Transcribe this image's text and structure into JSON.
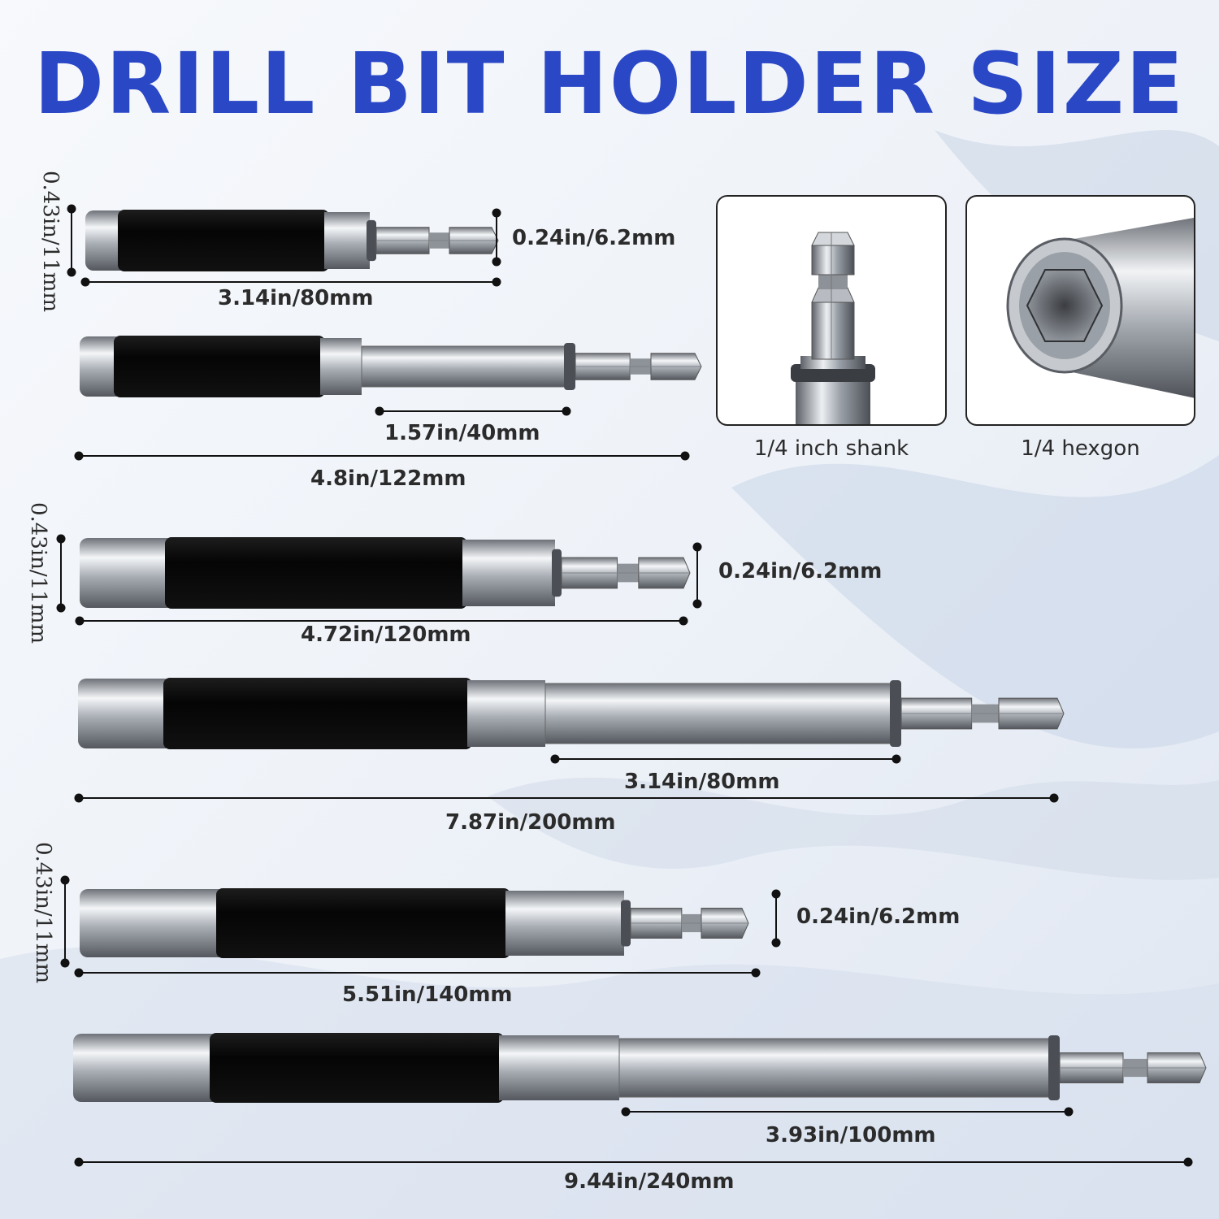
{
  "title": "DRILL BIT HOLDER SIZE",
  "colors": {
    "title": "#2a47c6",
    "dimension_line": "#111111",
    "background_light": "#f2f5fa",
    "background_shade": "#c5d3e6",
    "rubber_grip": "#0d0d0d",
    "steel": "#b9bdc3"
  },
  "holders": [
    {
      "diameter": "0.43in/11mm",
      "hex": "0.24in/6.2mm",
      "length": "3.14in/80mm"
    },
    {
      "extension": "1.57in/40mm",
      "length": "4.8in/122mm"
    },
    {
      "diameter": "0.43in/11mm",
      "hex": "0.24in/6.2mm",
      "length": "4.72in/120mm"
    },
    {
      "extension": "3.14in/80mm",
      "length": "7.87in/200mm"
    },
    {
      "diameter": "0.43in/11mm",
      "hex": "0.24in/6.2mm",
      "length": "5.51in/140mm"
    },
    {
      "extension": "3.93in/100mm",
      "length": "9.44in/240mm"
    }
  ],
  "insets": [
    {
      "caption": "1/4 inch shank",
      "icon": "hex-shank-closeup"
    },
    {
      "caption": "1/4 hexgon",
      "icon": "hex-socket-closeup"
    }
  ]
}
